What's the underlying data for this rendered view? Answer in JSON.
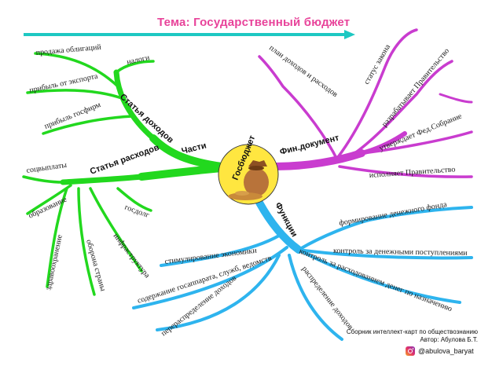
{
  "title": "Тема: Государственный бюджет",
  "center_label": "Госбюджет",
  "colors": {
    "green": "#22d81e",
    "purple": "#c93ccf",
    "blue": "#2eb4ee",
    "arrow": "#1ec8c2",
    "center": "#ffe640",
    "title": "#e8439a"
  },
  "branches": {
    "parts": {
      "label": "Части",
      "income": {
        "label": "Статья доходов",
        "items": [
          "продажа облигаций",
          "налоги",
          "прибыль от экспорта",
          "прибыль госфирм"
        ]
      },
      "expense": {
        "label": "Статья расходов",
        "items": [
          "соцвыплаты",
          "образование",
          "госдолг",
          "здравоохранение",
          "оборона страны",
          "инфраструктура"
        ]
      }
    },
    "findoc": {
      "label": "Фин.документ",
      "items": [
        "план доходов и расходов",
        "статус закона",
        "разрабатывает Правительство",
        "утверждает Фед.Собрание",
        "исполняет Правительство"
      ]
    },
    "functions": {
      "label": "Функции",
      "items": [
        "формирование денежного фонда",
        "стимулирование экономики",
        "контроль за денежными поступлениями",
        "контроль за расходованием денег по назначению",
        "содержание госаппарата, служб, ведомств",
        "перераспределение доходов",
        "распределение доходов"
      ]
    }
  },
  "credits": {
    "line1": "Сборник интеллект-карт по обществознанию",
    "line2": "Автор: Абулова Б.Т.",
    "instagram": "@abulova_baryat"
  }
}
